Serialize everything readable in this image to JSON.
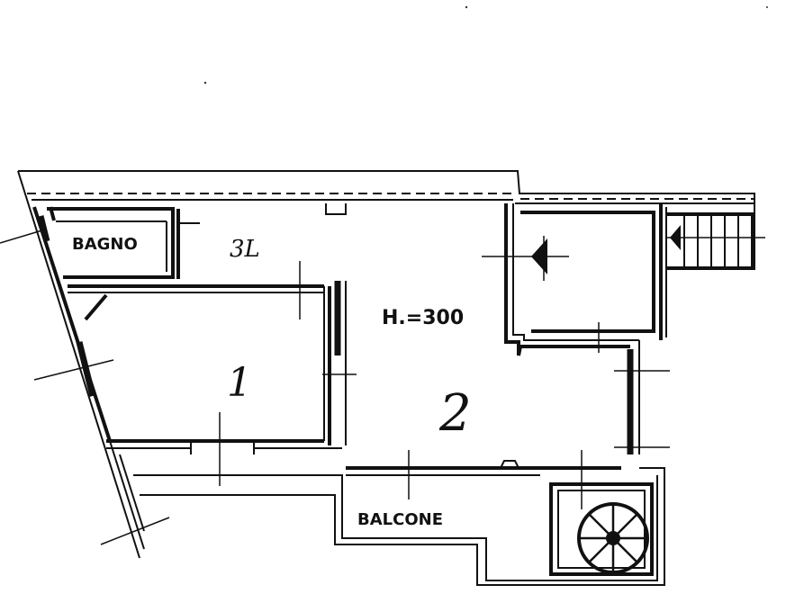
{
  "rooms": {
    "bagno": "BAGNO",
    "room1_number": "1",
    "room2_number": "2",
    "room2_height": "H.=300",
    "balcone": "BALCONE",
    "sketch_mark": "3L"
  },
  "colors": {
    "ink": "#111111",
    "paper": "#ffffff"
  }
}
